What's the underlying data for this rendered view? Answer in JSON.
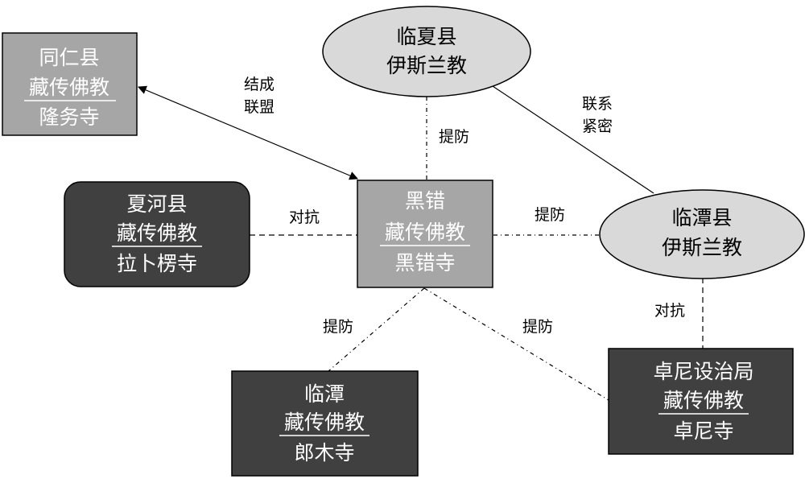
{
  "nodes": {
    "tongren": {
      "title": "同仁县",
      "religion": "藏传佛教",
      "temple": "隆务寺"
    },
    "linxia": {
      "title": "临夏县",
      "religion": "伊斯兰教"
    },
    "xiahe": {
      "title": "夏河县",
      "religion": "藏传佛教",
      "temple": "拉卜楞寺"
    },
    "heicuo": {
      "title": "黑错",
      "religion": "藏传佛教",
      "temple": "黑错寺"
    },
    "lintan_county": {
      "title": "临潭县",
      "religion": "伊斯兰教"
    },
    "lintan": {
      "title": "临潭",
      "religion": "藏传佛教",
      "temple": "郎木寺"
    },
    "zhuoni": {
      "title": "卓尼设治局",
      "religion": "藏传佛教",
      "temple": "卓尼寺"
    }
  },
  "edges": {
    "alliance_1": "结成",
    "alliance_2": "联盟",
    "guard_linxia": "提防",
    "close_1": "联系",
    "close_2": "紧密",
    "oppose_xiahe": "对抗",
    "guard_lintan_county": "提防",
    "oppose_zhuoni": "对抗",
    "guard_lintan": "提防",
    "guard_zhuoni": "提防"
  },
  "colors": {
    "light_box": "#a6a6a6",
    "dark_box": "#404040",
    "ellipse": "#d9d9d9",
    "stroke": "#000000"
  }
}
